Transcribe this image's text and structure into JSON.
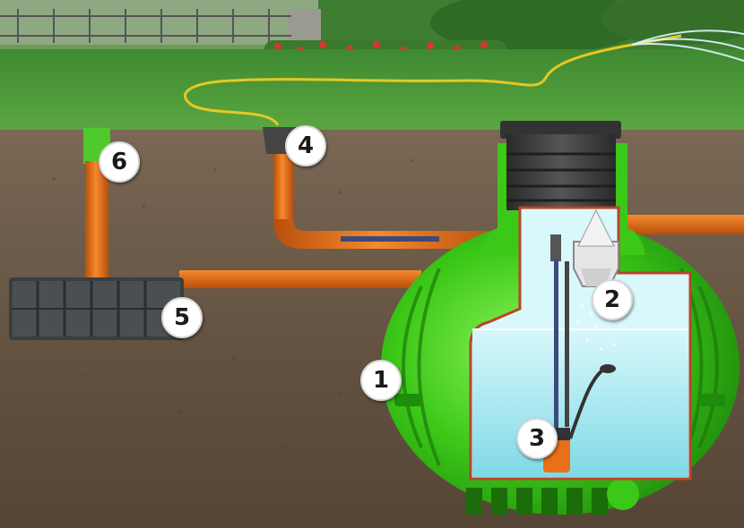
{
  "markers": [
    {
      "id": "1",
      "label": "1"
    },
    {
      "id": "2",
      "label": "2"
    },
    {
      "id": "3",
      "label": "3"
    },
    {
      "id": "4",
      "label": "4"
    },
    {
      "id": "5",
      "label": "5"
    },
    {
      "id": "6",
      "label": "6"
    }
  ],
  "colors": {
    "tank": "#37c214",
    "pipe": "#e8701a",
    "grass": "#4f9e3a",
    "soil": "#6b5a48",
    "water": "#a9ecf2",
    "hose": "#e6c823"
  }
}
